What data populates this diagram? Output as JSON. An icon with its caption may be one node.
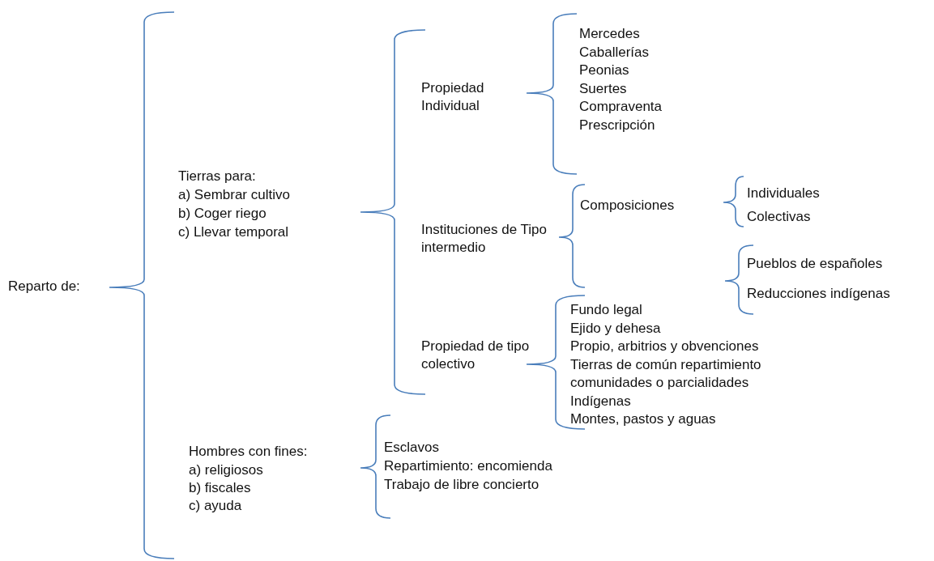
{
  "diagram": {
    "labels": [
      "Reparto de:",
      "Tierras para:",
      "a) Sembrar cultivo",
      "b) Coger riego",
      "c) Llevar temporal",
      "Propiedad Individual",
      "Mercedes",
      "Caballerías",
      "Peonias",
      "Suertes",
      "Compraventa",
      "Prescripción",
      "Instituciones de Tipo intermedio",
      "Composiciones",
      "Individuales",
      "Colectivas",
      "Pueblos de españoles",
      "Reducciones indígenas",
      "Propiedad de tipo colectivo",
      "Fundo legal",
      "Ejido y dehesa",
      "Propio, arbitrios y obvenciones",
      "Tierras de común repartimiento",
      "comunidades o parcialidades",
      "Indígenas",
      "Montes, pastos y aguas",
      "Hombres con fines:",
      "a) religiosos",
      "b) fiscales",
      "c) ayuda",
      "Esclavos",
      "Repartimiento: encomienda",
      "Trabajo de libre concierto"
    ]
  }
}
